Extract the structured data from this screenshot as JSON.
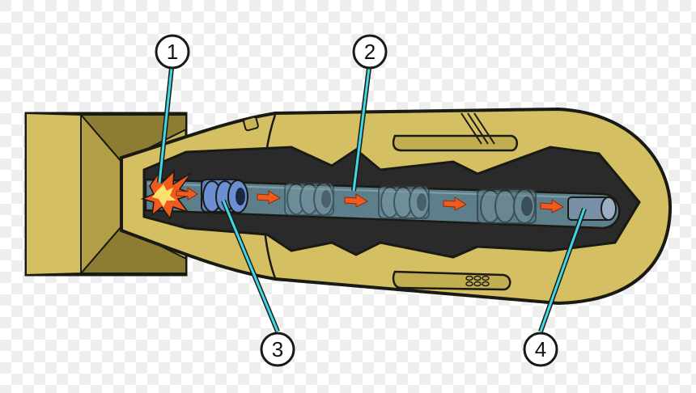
{
  "diagram": {
    "callouts": [
      {
        "label": "1",
        "part": "explosive-charge"
      },
      {
        "label": "2",
        "part": "gun-barrel"
      },
      {
        "label": "3",
        "part": "uranium-projectile"
      },
      {
        "label": "4",
        "part": "uranium-target"
      }
    ]
  },
  "colors": {
    "background_light": "#ffffff",
    "background_dark": "#eeeeee",
    "casing": "#d4c062",
    "casing_outline": "#1a1a14",
    "barrel": "#5d7f8c",
    "barrel_dark": "#2a2a2a",
    "arrow": "#f05a1e",
    "leader_line": "#3fd8e8",
    "projectile": "#5b7fc7",
    "target": "#7a8fa8",
    "explosion": "#f5a623"
  }
}
